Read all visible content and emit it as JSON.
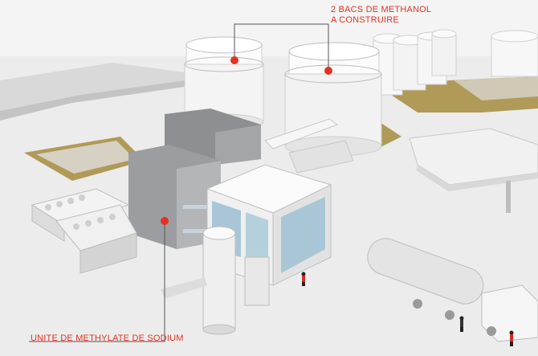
{
  "callouts": {
    "tanks": {
      "line1": "2 BACS DE METHANOL",
      "line2": "A CONSTRUIRE"
    },
    "unit": {
      "label": "UNITE DE METHYLATE DE SODIUM"
    }
  },
  "colors": {
    "callout": "#e53222",
    "ground": "#ececec",
    "bund": "#b09a58",
    "glass": "#a8c6d6"
  }
}
